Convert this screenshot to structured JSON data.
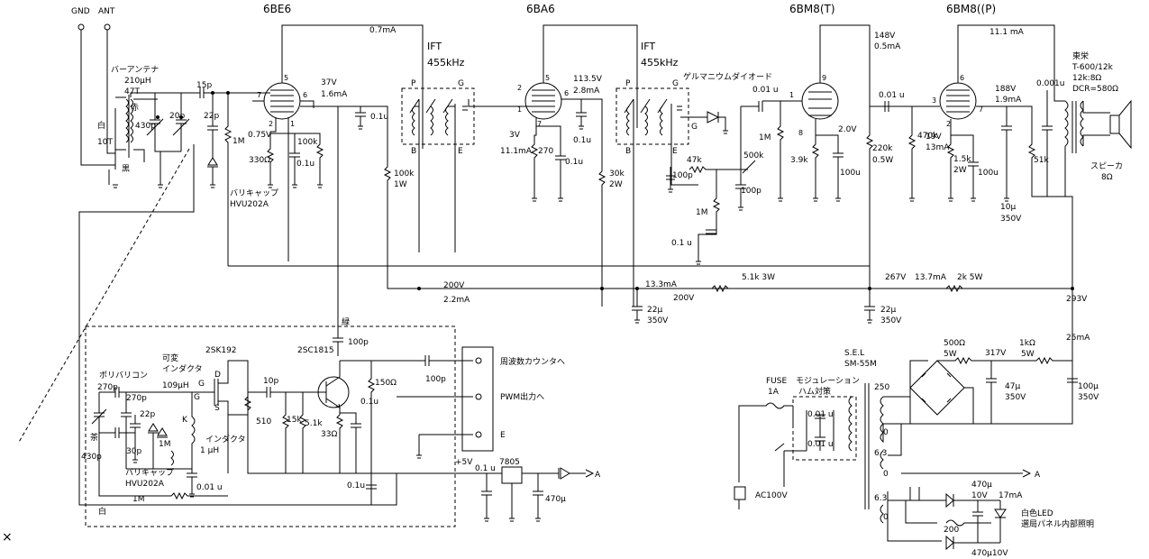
{
  "tubes": {
    "v1": "6BE6",
    "v2": "6BA6",
    "v3": "6BM8(T)",
    "v4": "6BM8((P)"
  },
  "antenna": {
    "gnd": "GND",
    "ant": "ANT",
    "bar": "バーアンテナ",
    "uh": "210μH",
    "turns": "47T",
    "ten": "10T",
    "white": "白",
    "black": "黒",
    "red": "赤",
    "c430": "430p",
    "c20": "20p",
    "c22": "22p",
    "c15": "15p",
    "r1m": "1M"
  },
  "varicap1": {
    "label": "バリキャップ",
    "part": "HVU202A"
  },
  "stage1": {
    "i07": "0.7mA",
    "v37": "37V",
    "i16": "1.6mA",
    "c01": "0.1u",
    "v075": "0.75V",
    "r100k": "100k",
    "r330": "330Ω",
    "c01b": "0.1u",
    "r100k1w_a": "100k",
    "r100k1w_b": "1W"
  },
  "ift1": {
    "title": "IFT",
    "freq": "455kHz",
    "p": "P",
    "g": "G",
    "b": "B",
    "e": "E"
  },
  "stage2": {
    "v1135": "113.5V",
    "i28": "2.8mA",
    "c01": "0.1u",
    "v3": "3V",
    "i111": "11.1mA",
    "r270": "270",
    "c01b": "0.1u",
    "r30k": "30k",
    "r2w": "2W"
  },
  "ift2": {
    "title": "IFT",
    "freq": "455kHz",
    "p": "P",
    "g": "G",
    "b": "B",
    "e": "E"
  },
  "detector": {
    "label": "ゲルマニウムダイオード",
    "c001": "0.01 u",
    "r47k": "47k",
    "c100p": "100p",
    "r500k": "500k",
    "c100pb": "100p",
    "r1m": "1M",
    "c01": "0.1 u",
    "r1mb": "1M"
  },
  "stage3": {
    "v148": "148V",
    "i05": "0.5mA",
    "v20": "2.0V",
    "r39": "3.9k",
    "c100": "100u",
    "r220k": "220k",
    "r05w": "0.5W",
    "c001": "0.01 u"
  },
  "stage4": {
    "i111": "11.1 mA",
    "r470k": "470k",
    "v188": "188V",
    "i19": "1.9mA",
    "v19": "19V",
    "i13": "13mA",
    "r15k": "1.5k",
    "r2w": "2W",
    "c100": "100u",
    "c10": "10μ",
    "v350": "350V",
    "r51k": "51k",
    "c0001": "0.001u"
  },
  "output": {
    "maker": "東栄",
    "model": "T-600/12k",
    "imp": "12k:8Ω",
    "dcr": "DCR=580Ω",
    "speaker": "スピーカ",
    "ohm": "8Ω"
  },
  "bplus": {
    "v200": "200V",
    "i22": "2.2mA",
    "i133": "13.3mA",
    "v200b": "200V",
    "r51k3w": "5.1k 3W",
    "v267": "267V",
    "i137": "13.7mA",
    "r2k5w": "2k 5W",
    "v293": "293V",
    "c22a": "22μ",
    "v350a": "350V",
    "c22b": "22μ",
    "v350b": "350V",
    "i25": "25mA"
  },
  "osc": {
    "c100p": "100p",
    "green": "緑",
    "q1": "2SK192",
    "q2": "2SC1815",
    "polyvar": "ポリバリコン",
    "c270": "270p",
    "c270b": "270p",
    "varind": "可変",
    "ind": "インダクタ",
    "ind_uh": "109μH",
    "c22p": "22p",
    "c30p": "30p",
    "tea": "茶",
    "c430": "430p",
    "d": "D",
    "g": "G",
    "s": "S",
    "c10p": "10p",
    "r510": "510",
    "r15k": "15k",
    "r51k": "5.1k",
    "r33": "33Ω",
    "c01": "0.1u",
    "r150": "150Ω",
    "c100pb": "100p",
    "k": "K",
    "ind2": "インダクタ",
    "ind2_uh": "1 μH",
    "vcap": "バリキャップ",
    "vcap_p": "HVU202A",
    "c001": "0.01 u",
    "r1m": "1M",
    "white": "白",
    "c01b": "0.1u",
    "v5": "+5V",
    "reg": "7805",
    "c01c": "0.1 u",
    "c470": "470μ",
    "a": "A",
    "c01d": "0.1u"
  },
  "connector": {
    "freq": "周波数カウンタへ",
    "pwm": "PWM出力へ",
    "e": "E"
  },
  "power": {
    "sel": "S.E.L",
    "model": "SM-55M",
    "fuse": "FUSE",
    "amp": "1A",
    "mod": "モジュレーション",
    "hum": "ハム対策",
    "c001a": "0.01 u",
    "c001b": "0.01 u",
    "ac": "AC100V",
    "t250": "250",
    "t0a": "0",
    "t63a": "6.3",
    "t0b": "0",
    "t63b": "6.3",
    "t0c": "0",
    "r500": "500Ω",
    "r5w": "5W",
    "v317": "317V",
    "r1k": "1kΩ",
    "r5wb": "5W",
    "c47": "47μ",
    "v350": "350V",
    "c100": "100μ",
    "v350b": "350V",
    "a": "A",
    "c470": "470μ",
    "v10": "10V",
    "i17": "17mA",
    "r200": "200",
    "led": "白色LED",
    "led2": "選局パネル内部照明",
    "c470b": "470μ10V"
  },
  "pins": {
    "p5a": "5",
    "p7a": "7",
    "p6a": "6",
    "p1a": "1",
    "p2a": "2",
    "p5b": "5",
    "p2b": "2",
    "p1b": "1",
    "p6b": "6",
    "p7b": "7",
    "p9c": "9",
    "p1c": "1",
    "p8c": "8",
    "p6d": "6",
    "p3d": "3",
    "p7d": "7",
    "p2d": "2"
  },
  "misc": {
    "x": "×"
  }
}
